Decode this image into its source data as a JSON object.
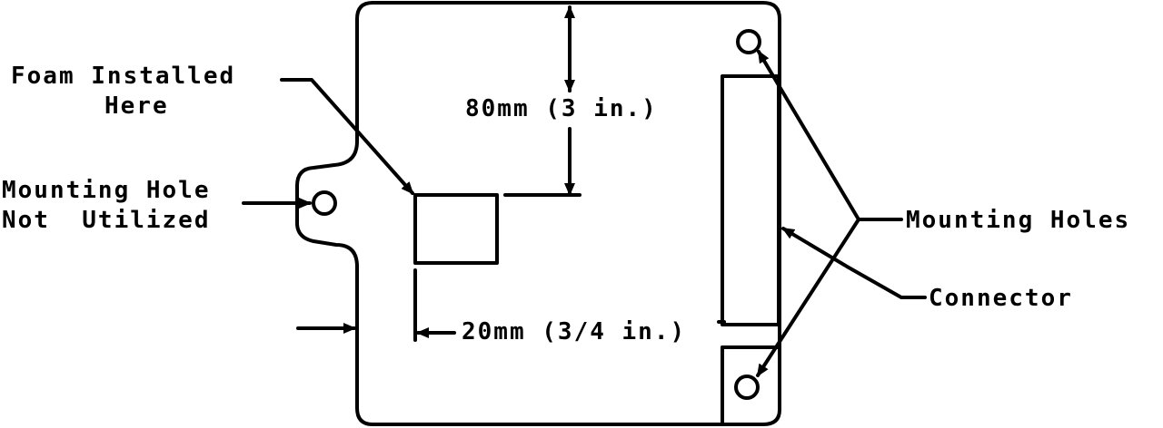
{
  "labels": {
    "foam_line1": "Foam Installed",
    "foam_line2": "Here",
    "mounting_hole_line1": "Mounting Hole",
    "mounting_hole_line2": "Not  Utilized",
    "dim_vertical": "80mm (3 in.)",
    "dim_horizontal": "20mm (3/4 in.)",
    "mounting_holes": "Mounting Holes",
    "connector": "Connector"
  },
  "colors": {
    "ink": "#000000",
    "paper": "#ffffff"
  }
}
